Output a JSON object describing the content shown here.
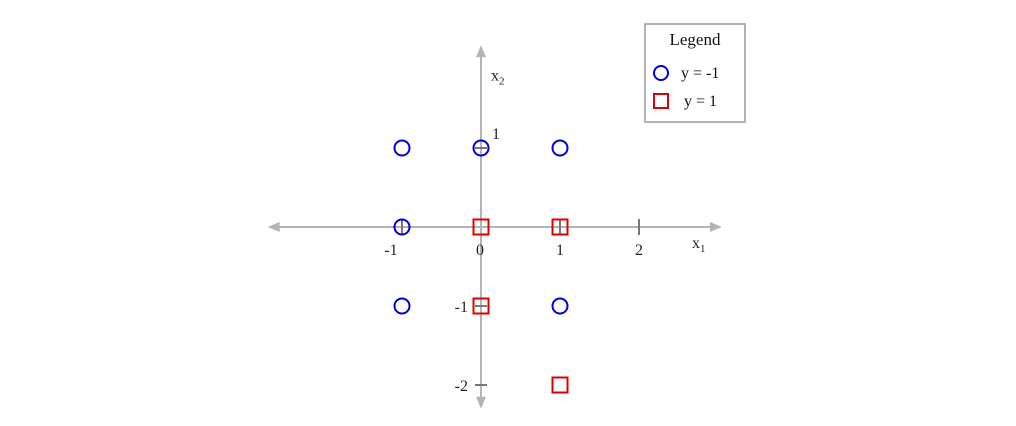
{
  "chart_data": {
    "type": "scatter",
    "xlabel": "x",
    "xlabel_sub": "1",
    "ylabel": "x",
    "ylabel_sub": "2",
    "x_ticks": [
      {
        "value": -1,
        "label": "-1"
      },
      {
        "value": 0,
        "label": "0"
      },
      {
        "value": 1,
        "label": "1"
      },
      {
        "value": 2,
        "label": "2"
      }
    ],
    "y_ticks": [
      {
        "value": 1,
        "label": "1"
      },
      {
        "value": -1,
        "label": "-1"
      },
      {
        "value": -2,
        "label": "-2"
      }
    ],
    "xlim": [
      -2.7,
      3.05
    ],
    "ylim": [
      -2.3,
      2.3
    ],
    "grid": false,
    "legend": {
      "title": "Legend",
      "position": "top-right"
    },
    "series": [
      {
        "name": "y = -1",
        "marker": "circle",
        "color": "#0000dd",
        "points": [
          {
            "x": -1,
            "y": 1
          },
          {
            "x": 0,
            "y": 1
          },
          {
            "x": 1,
            "y": 1
          },
          {
            "x": -1,
            "y": 0
          },
          {
            "x": -1,
            "y": -1
          },
          {
            "x": 1,
            "y": -1
          }
        ]
      },
      {
        "name": "y = 1",
        "marker": "square",
        "color": "#dd0000",
        "points": [
          {
            "x": 0,
            "y": 0
          },
          {
            "x": 1,
            "y": 0
          },
          {
            "x": 0,
            "y": -1
          },
          {
            "x": 1,
            "y": -2
          }
        ]
      }
    ]
  }
}
